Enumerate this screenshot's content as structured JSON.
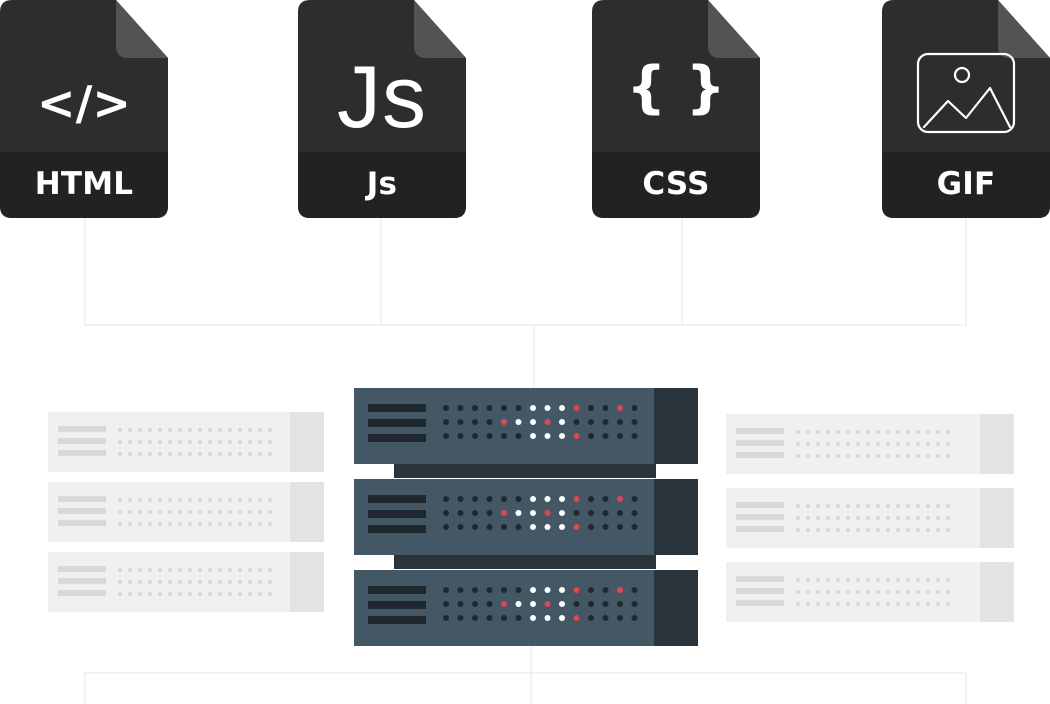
{
  "files": [
    {
      "label": "HTML",
      "glyph": "</>",
      "icon": "code-brackets-icon"
    },
    {
      "label": "Js",
      "glyph": "Js",
      "icon": "js-letters-icon"
    },
    {
      "label": "CSS",
      "glyph": "{ }",
      "icon": "curly-braces-icon"
    },
    {
      "label": "GIF",
      "glyph": "",
      "icon": "image-picture-icon"
    }
  ],
  "colors": {
    "file_body": "#2d2d2d",
    "file_label_band": "#222222",
    "file_fold": "#535353",
    "server_body": "#445765",
    "server_side": "#2b343a",
    "server_slot": "#1f282e",
    "server_dot_dark": "#1f282e",
    "server_dot_white": "#ffffff",
    "server_dot_red": "#e0474c",
    "ghost_body": "#f0f0f0",
    "ghost_side": "#e3e3e3",
    "ghost_line": "#d8d8d8",
    "connector": "#f2f2f2"
  }
}
